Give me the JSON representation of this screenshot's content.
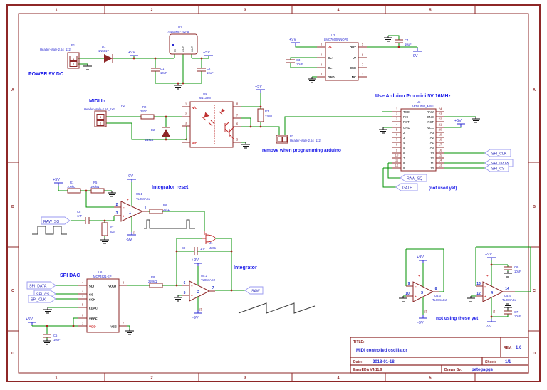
{
  "frame": {
    "cols": [
      "1",
      "2",
      "3",
      "4",
      "5"
    ],
    "rows": [
      "A",
      "B",
      "C",
      "D"
    ]
  },
  "title_block": {
    "title_label": "TITLE:",
    "title": "MIDI controlled oscillator",
    "rev_label": "REV:",
    "rev": "1.0",
    "date_label": "Date:",
    "date": "2018-01-18",
    "sheet_label": "Sheet:",
    "sheet": "1/1",
    "tool": "EasyEDA V4.11.9",
    "drawn_by_label": "Drawn By:",
    "drawn_by": "petegaggs"
  },
  "power_rails": {
    "p5v": "+5V",
    "p9v": "+9V",
    "n9v": "-9V"
  },
  "symbols": {
    "plus": "+",
    "minus": "−",
    "opamp_vee_pin": "11"
  },
  "nets": {
    "spi_clk": "SPI_CLK",
    "spi_data": "SPI_DATA",
    "spi_cs": "SPI_CS",
    "raw_sq": "RAW_SQ",
    "gate": "GATE",
    "saw": "SAW"
  },
  "annotations": {
    "power": "POWER 9V DC",
    "midi_in": "MIDI In",
    "use_arduino": "Use Arduino Pro mini 5V 16MHz",
    "remove_note": "remove when programming arduino",
    "integrator_reset": "Integrator reset",
    "integrator": "Integrator",
    "spi_dac": "SPI DAC",
    "not_using": "not using these yet",
    "gate_note": "(not used yet)"
  },
  "components": {
    "p1": {
      "ref": "P1",
      "value": "Header-Male-2.54_1x2",
      "pins": [
        "1",
        "2"
      ]
    },
    "d1": {
      "ref": "D1",
      "value": "1N5817"
    },
    "u1": {
      "ref": "U1",
      "value": "78L05ML-T92-B",
      "pins": [
        "IN",
        "GND",
        "OUT"
      ]
    },
    "c1": {
      "ref": "C1",
      "value": "10uF"
    },
    "c2": {
      "ref": "C2",
      "value": "10uF"
    },
    "u2": {
      "ref": "U2",
      "value": "LMC7660INNOPB",
      "left": [
        {
          "n": "8",
          "name": "V+"
        },
        {
          "n": "2",
          "name": "CL+"
        },
        {
          "n": "4",
          "name": "CL-"
        },
        {
          "n": "3",
          "name": "GND"
        }
      ],
      "right": [
        {
          "n": "5",
          "name": "OUT"
        },
        {
          "n": "6",
          "name": "LV"
        },
        {
          "n": "7",
          "name": "OSC"
        },
        {
          "n": "1",
          "name": "NC"
        }
      ]
    },
    "c3": {
      "ref": "C3",
      "value": "10uF"
    },
    "c4": {
      "ref": "C4",
      "value": "10uF"
    },
    "p2": {
      "ref": "P2",
      "value": "Header-Male-2.54_1x2",
      "pins": [
        "1",
        "2"
      ]
    },
    "r2": {
      "ref": "R2",
      "value": "220Ω"
    },
    "d2": {
      "ref": "D2",
      "value": "1N914"
    },
    "u4": {
      "ref": "U4",
      "value": "6N139M",
      "nc": "N/C",
      "left": [
        "1",
        "2",
        "3",
        "4"
      ],
      "right": [
        "8",
        "7",
        "6",
        "5"
      ]
    },
    "r3": {
      "ref": "R3",
      "value": "330Ω"
    },
    "p3": {
      "ref": "P3",
      "value": "Header-Male-2.54_1x2"
    },
    "u3": {
      "ref": "U3",
      "value": "ARDUINO_MINI",
      "left": [
        {
          "n": "1",
          "name": "TXO"
        },
        {
          "n": "2",
          "name": "RXI"
        },
        {
          "n": "3",
          "name": "RST"
        },
        {
          "n": "4",
          "name": "GND"
        },
        {
          "n": "5",
          "name": "2"
        },
        {
          "n": "6",
          "name": "3"
        },
        {
          "n": "7",
          "name": "4"
        },
        {
          "n": "8",
          "name": "5"
        },
        {
          "n": "9",
          "name": "6"
        },
        {
          "n": "10",
          "name": "7"
        },
        {
          "n": "11",
          "name": "8"
        },
        {
          "n": "12",
          "name": "9"
        }
      ],
      "right": [
        {
          "n": "24",
          "name": "RAW"
        },
        {
          "n": "23",
          "name": "GND"
        },
        {
          "n": "22",
          "name": "RST"
        },
        {
          "n": "21",
          "name": "VCC"
        },
        {
          "n": "20",
          "name": "A3"
        },
        {
          "n": "19",
          "name": "A2"
        },
        {
          "n": "18",
          "name": "A1"
        },
        {
          "n": "17",
          "name": "A0"
        },
        {
          "n": "16",
          "name": "13"
        },
        {
          "n": "15",
          "name": "12"
        },
        {
          "n": "14",
          "name": "11"
        },
        {
          "n": "13",
          "name": "10"
        }
      ]
    },
    "r1": {
      "ref": "R1",
      "value": "100kΩ"
    },
    "r5": {
      "ref": "R5",
      "value": "100kΩ"
    },
    "c8": {
      "ref": "C8",
      "value": "1nF"
    },
    "r7": {
      "ref": "R7",
      "value": "6k8"
    },
    "u5_1": {
      "ref": "U5.1",
      "value": "TL084ACJ",
      "unit": "1",
      "pin_inv": "2",
      "pin_nin": "3",
      "pin_out": "1"
    },
    "r6": {
      "ref": "R6",
      "value": "22kΩ"
    },
    "j1": {
      "ref": "J1",
      "value": "J201"
    },
    "c9": {
      "ref": "C9",
      "value": "1nF"
    },
    "u5_2": {
      "ref": "U5.2",
      "value": "TL084ACJ",
      "unit": "2",
      "pin_inv": "6",
      "pin_nin": "5",
      "pin_out": "7"
    },
    "r8": {
      "ref": "R8",
      "value": "220kΩ"
    },
    "u6": {
      "ref": "U6",
      "value": "MCP4921-EP",
      "left": [
        {
          "n": "4",
          "name": "SDI"
        },
        {
          "n": "2",
          "name": "CS"
        },
        {
          "n": "3",
          "name": "SCK"
        },
        {
          "n": "5",
          "name": "LDAC"
        },
        {
          "n": "6",
          "name": "VREF"
        },
        {
          "n": "1",
          "name": "VDD"
        }
      ],
      "right": [
        {
          "n": "8",
          "name": "VOUT"
        },
        {
          "n": "7",
          "name": "VSS"
        }
      ]
    },
    "c5": {
      "ref": "C5",
      "value": "10uF"
    },
    "u5_3": {
      "ref": "U5.3",
      "value": "TL084ACJ",
      "unit": "3",
      "pin_inv": "9",
      "pin_nin": "10",
      "pin_out": "8"
    },
    "u5_4": {
      "ref": "U5.4",
      "value": "TL084ACJ",
      "unit": "4",
      "pin_inv": "13",
      "pin_nin": "12",
      "pin_out": "14"
    },
    "c6": {
      "ref": "C6",
      "value": "10uF"
    },
    "c7": {
      "ref": "C7",
      "value": "10uF"
    }
  }
}
